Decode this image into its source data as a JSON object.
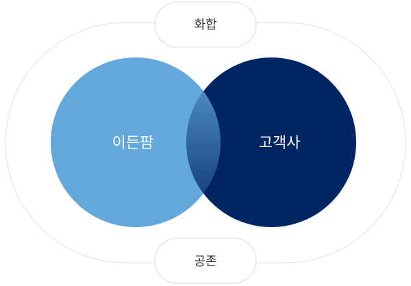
{
  "labels": {
    "top": "화합",
    "bottom": "공존",
    "left": "이든팜",
    "right": "고객사"
  },
  "colors": {
    "left_circle": "#63a8dc",
    "right_circle": "#022661",
    "overlap_top": "#5a9fd6",
    "overlap_bottom": "#0a2d67",
    "outline": "#e3e3e3",
    "pill_border": "#e0e0e0",
    "pill_fill": "#ffffff",
    "pill_text": "#333333",
    "circle_text": "#ffffff"
  }
}
